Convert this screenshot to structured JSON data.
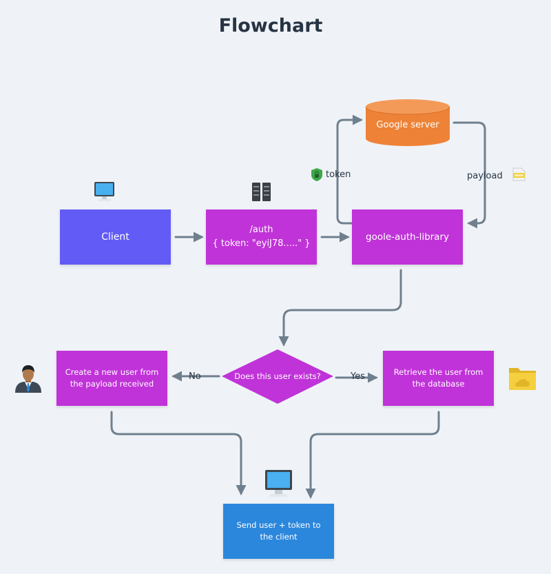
{
  "title": "Flowchart",
  "colors": {
    "background": "#eff3f7",
    "client": "#635bf5",
    "process": "#c033d8",
    "database": "#ee8236",
    "send": "#2b87dc",
    "connector": "#6f7f8d",
    "text_dark": "#273444"
  },
  "nodes": {
    "client": {
      "label": "Client"
    },
    "auth": {
      "line1": "/auth",
      "line2": "{ token: \"eyiJ78.....\" }"
    },
    "google_server": {
      "label": "Google server"
    },
    "auth_library": {
      "label": "goole-auth-library"
    },
    "decision": {
      "label": "Does this user exists?"
    },
    "create_user": {
      "label": "Create a new user from the payload received"
    },
    "retrieve_user": {
      "label": "Retrieve the user from the database"
    },
    "send": {
      "label": "Send user + token to the client"
    }
  },
  "edge_labels": {
    "token": "token",
    "payload": "payload",
    "no": "No",
    "yes": "Yes"
  },
  "icons": {
    "client": "desktop-computer-icon",
    "auth": "server-rack-icon",
    "token": "shield-lock-icon",
    "payload": "document-icon",
    "user": "businessman-avatar-icon",
    "database": "cloud-folder-icon",
    "send": "desktop-computer-icon"
  }
}
